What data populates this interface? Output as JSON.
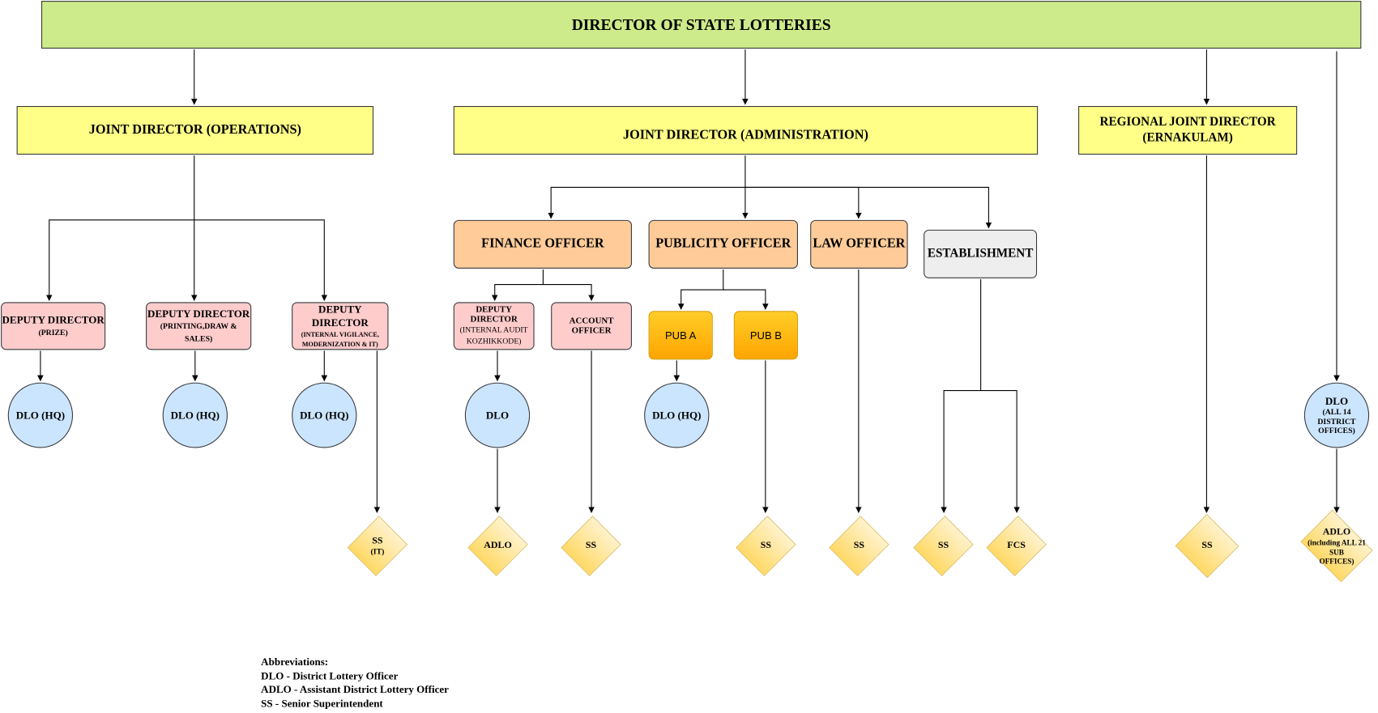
{
  "director": "DIRECTOR OF STATE LOTTERIES",
  "joint_operations": "JOINT DIRECTOR (OPERATIONS)",
  "joint_administration": "JOINT DIRECTOR (ADMINISTRATION)",
  "regional_joint": {
    "line1": "REGIONAL JOINT DIRECTOR",
    "line2": "(ERNAKULAM)"
  },
  "deputy_prize": {
    "title": "DEPUTY DIRECTOR",
    "sub": "(PRIZE)"
  },
  "deputy_printing": {
    "title": "DEPUTY DIRECTOR",
    "sub_line1": "(PRINTING,DRAW &",
    "sub_line2": "SALES)"
  },
  "deputy_vigilance": {
    "title": "DEPUTY DIRECTOR",
    "sub_line1": "(INTERNAL VIGILANCE,",
    "sub_line2": "MODERNIZATION & IT)"
  },
  "finance_officer": "FINANCE OFFICER",
  "publicity_officer": "PUBLICITY OFFICER",
  "law_officer": "LAW OFFICER",
  "establishment": "ESTABLISHMENT",
  "deputy_audit": {
    "title": "DEPUTY DIRECTOR",
    "sub_line1": "(INTERNAL AUDIT",
    "sub_line2": "KOZHIKKODE)"
  },
  "account_officer": "ACCOUNT OFFICER",
  "pub_a": "PUB A",
  "pub_b": "PUB B",
  "dlo_hq": "DLO (HQ)",
  "dlo": "DLO",
  "dlo_all": {
    "title": "DLO",
    "sub_line1": "(ALL 14",
    "sub_line2": "DISTRICT",
    "sub_line3": "OFFICES)"
  },
  "ss": "SS",
  "ss_it": {
    "title": "SS",
    "sub": "(IT)"
  },
  "adlo": "ADLO",
  "fcs": "FCS",
  "adlo_sub": {
    "title": "ADLO",
    "sub_line1": "(including ALL 21",
    "sub_line2": "SUB",
    "sub_line3": "OFFICES)"
  },
  "abbreviations": {
    "heading": "Abbreviations:",
    "dlo": "DLO - District Lottery Officer",
    "adlo": "ADLO - Assistant District Lottery Officer",
    "ss": "SS - Senior Superintendent"
  }
}
